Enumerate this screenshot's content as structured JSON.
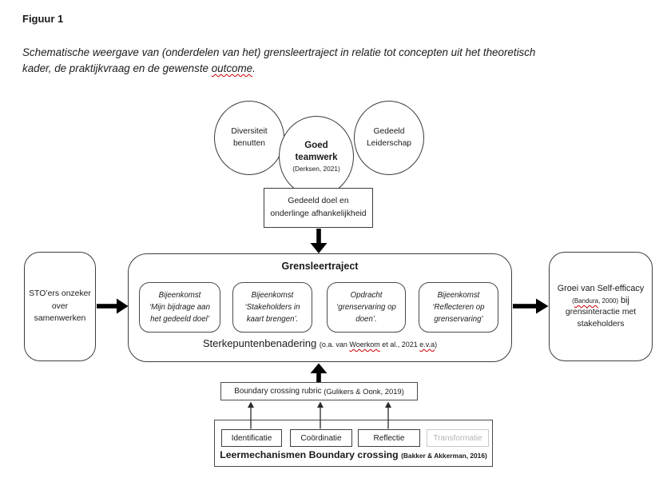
{
  "figure": {
    "label": "Figuur 1",
    "caption_before": "Schematische weergave van (onderdelen van het) grensleertraject in relatie tot concepten uit het theoretisch\nkader, de praktijkvraag en de gewenste ",
    "caption_misspelled": "outcome",
    "caption_after": "."
  },
  "team_model": {
    "circle_left": "Diversiteit\nbenutten",
    "circle_center_title": "Goed\nteamwerk",
    "circle_center_citation": "(Derksen, 2021)",
    "circle_right": "Gedeeld\nLeiderschap",
    "shared_goal_box": "Gedeeld doel en\nonderlinge afhankelijkheid"
  },
  "left_box": {
    "text": "STO’ers onzeker\nover\nsamenwerken"
  },
  "main_box": {
    "title": "Grensleertraject",
    "items": [
      "Bijeenkomst\n‘Mijn bijdrage aan\nhet gedeeld doel’",
      "Bijeenkomst\n‘Stakeholders in\nkaart brengen’.",
      "Opdracht\n‘grenservaring op\ndoen’.",
      "Bijeenkomst\n‘Reflecteren op\ngrenservaring’"
    ],
    "approach": "Sterkepuntenbenadering ",
    "approach_cite_pre": "(o.a. van ",
    "approach_cite_word1": "Woerkom",
    "approach_cite_mid": " et al., 2021 ",
    "approach_cite_word2": "e.v.a",
    "approach_cite_post": ")"
  },
  "right_box": {
    "line1": "Groei van Self-efficacy",
    "citation_open": "(",
    "citation_word": "Bandura",
    "citation_rest": ", 2000)",
    "after_citation": " bij",
    "rest": "grensinteractie met\nstakeholders"
  },
  "rubric_box": {
    "label": "Boundary crossing rubric ",
    "citation": "(Gulikers & Oonk, 2019)"
  },
  "mechanisms": {
    "items": [
      "Identificatie",
      "Coördinatie",
      "Reflectie",
      "Transformatie"
    ],
    "label": "Leermechanismen Boundary crossing ",
    "citation": "(Bakker & Akkerman, 2016)"
  }
}
